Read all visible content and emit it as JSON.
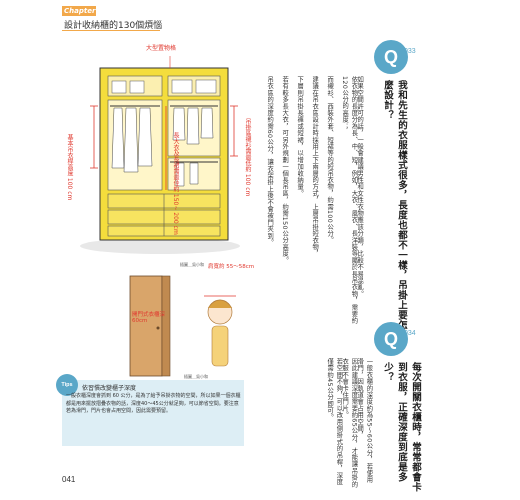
{
  "header": {
    "chapter_label": "Chapter 1",
    "chapter_title": "設計收納櫃的130個煩惱"
  },
  "closet": {
    "label_large_item": "大型置物格",
    "label_long_short": "基本吊衣桿高度 100 cm",
    "label_long_coat": "長大衣及長裙需最佳約 150~ 200 cm",
    "label_shirt": "吊掛區襯衫需最低約 100 cm",
    "credit": "插圖＿吳小和"
  },
  "q033": {
    "badge": "Q",
    "number": "033",
    "title": [
      "我和先生的衣服樣式很多，長度也都不一樣，吊掛上要怎麼設計？"
    ],
    "columns": [
      "如果空間許可的話，一般會建議男性和女性衣物應該分類，比較不易混亂。",
      "依衣物的長度分為長、中、短，例如，大衣、風衣、長洋裝等屬於長吊衣物，需要約120公分的高度；",
      "而襯衫、西裝外套、短裙等的短吊衣物，約需100公分。",
      "建議在吊衣區設計時採用上下兩層的方式，上層吊掛短衣物，",
      "下層則吊掛長褲或短裙，以增加收納量。",
      "若有較多長大衣，可另外規劃一個長吊區，約需150公分高度。",
      "吊衣區的深度約需60公分，讓衣架掛上後不會被門夾到。"
    ]
  },
  "q034": {
    "badge": "Q",
    "number": "034",
    "title": [
      "每次開關衣櫃時，常常都會卡到衣服，正確深度到底是多少？"
    ],
    "columns": [
      "一般衣櫃的深度約為55～60公分，若使用滑門，因軌道會占用空間，",
      "因此建議深度需要約65公分，才能讓吊掛的衣服不會卡住門片。",
      "若空間不夠，可以改用側掛式的吊桿，深度僅需約45公分即可。"
    ]
  },
  "figure2": {
    "label_width": "肩寬約 55～58cm",
    "label_door": "開門式衣櫃深 60cm",
    "credit": "插圖＿吳小和"
  },
  "tips": {
    "badge": "Tips",
    "title": "依習慣改變櫃子深度",
    "body": "一般衣櫃深度會抓到 60 公分，是為了給予吊掛衣物的空間，所以如果一個衣櫃都是用來擺放摺疊衣物的話，深度40～45公分就足夠，可以節省空間。要注意若為滑門，門片也會占用空間，因此需要預留。"
  },
  "page": {
    "number": "041"
  }
}
